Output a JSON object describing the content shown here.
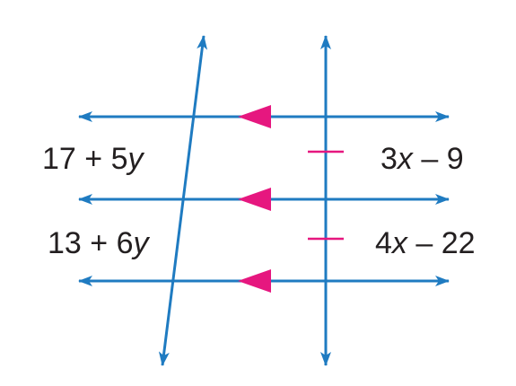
{
  "colors": {
    "line": "#1f7bc1",
    "marker": "#e6177f",
    "text": "#231f20",
    "background": "#ffffff"
  },
  "labels": {
    "upper_left": {
      "pre": "17 + 5",
      "var": "y",
      "post": ""
    },
    "lower_left": {
      "pre": "13 + 6",
      "var": "y",
      "post": ""
    },
    "upper_right": {
      "pre": "3",
      "var": "x",
      "post": " – 9"
    },
    "lower_right": {
      "pre": "4",
      "var": "x",
      "post": " – 22"
    }
  },
  "markers": {
    "parallel_arrows": 3,
    "congruence_ticks": 2
  }
}
